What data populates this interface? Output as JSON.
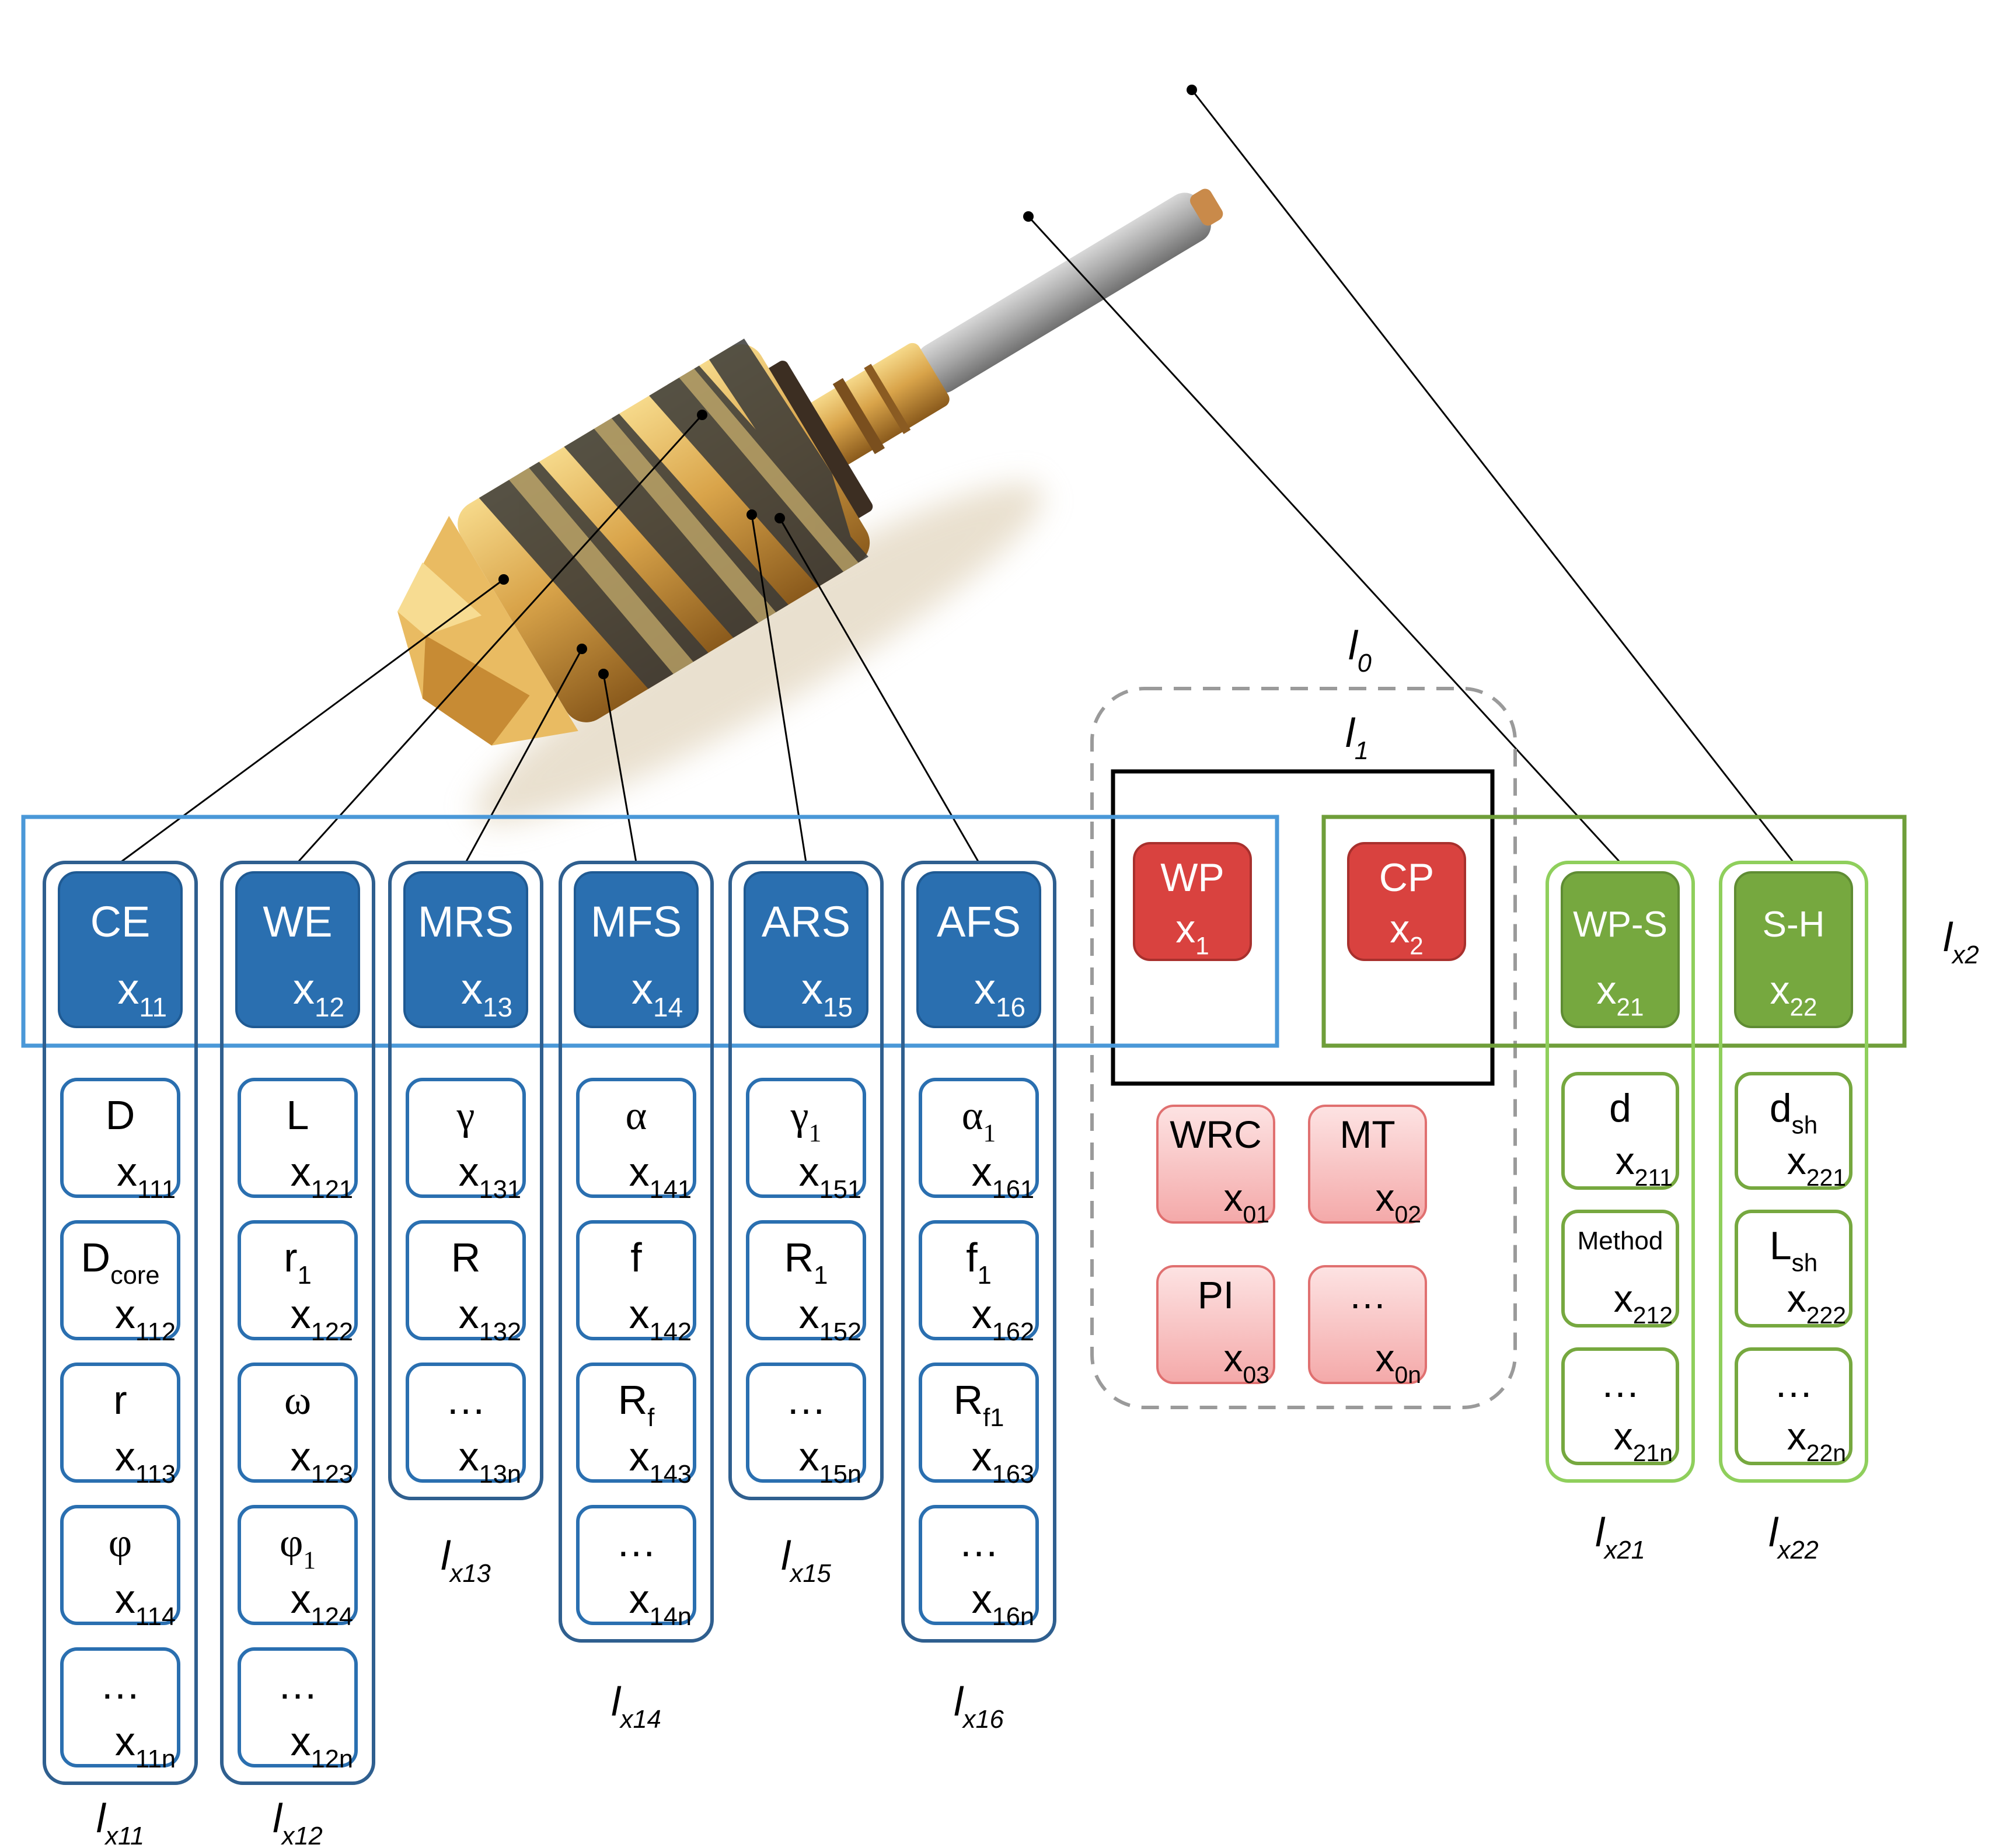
{
  "levels": {
    "l0": {
      "base": "l",
      "sub": "0"
    },
    "l1": {
      "base": "l",
      "sub": "1"
    },
    "lx2": {
      "base": "l",
      "sub": "x2"
    }
  },
  "group_labels": [
    {
      "base": "l",
      "sub": "x11"
    },
    {
      "base": "l",
      "sub": "x12"
    },
    {
      "base": "l",
      "sub": "x13"
    },
    {
      "base": "l",
      "sub": "x14"
    },
    {
      "base": "l",
      "sub": "x15"
    },
    {
      "base": "l",
      "sub": "x16"
    },
    {
      "base": "l",
      "sub": "x21"
    },
    {
      "base": "l",
      "sub": "x22"
    }
  ],
  "blue_columns": [
    {
      "head": {
        "label": "CE",
        "var": "x",
        "sub": "11"
      },
      "items": [
        {
          "sym": "D",
          "sym_sub": "",
          "var": "x",
          "sub": "111"
        },
        {
          "sym": "D",
          "sym_sub": "core",
          "var": "x",
          "sub": "112"
        },
        {
          "sym": "r",
          "sym_sub": "",
          "var": "x",
          "sub": "113"
        },
        {
          "sym": "φ",
          "sym_sub": "",
          "var": "x",
          "sub": "114"
        },
        {
          "sym": "…",
          "sym_sub": "",
          "var": "x",
          "sub": "11n"
        }
      ]
    },
    {
      "head": {
        "label": "WE",
        "var": "x",
        "sub": "12"
      },
      "items": [
        {
          "sym": "L",
          "sym_sub": "",
          "var": "x",
          "sub": "121"
        },
        {
          "sym": "r",
          "sym_sub": "1",
          "var": "x",
          "sub": "122"
        },
        {
          "sym": "ω",
          "sym_sub": "",
          "var": "x",
          "sub": "123"
        },
        {
          "sym": "φ",
          "sym_sub": "1",
          "var": "x",
          "sub": "124"
        },
        {
          "sym": "…",
          "sym_sub": "",
          "var": "x",
          "sub": "12n"
        }
      ]
    },
    {
      "head": {
        "label": "MRS",
        "var": "x",
        "sub": "13"
      },
      "items": [
        {
          "sym": "γ",
          "sym_sub": "",
          "var": "x",
          "sub": "131"
        },
        {
          "sym": "R",
          "sym_sub": "",
          "var": "x",
          "sub": "132"
        },
        {
          "sym": "…",
          "sym_sub": "",
          "var": "x",
          "sub": "13n"
        }
      ]
    },
    {
      "head": {
        "label": "MFS",
        "var": "x",
        "sub": "14"
      },
      "items": [
        {
          "sym": "α",
          "sym_sub": "",
          "var": "x",
          "sub": "141"
        },
        {
          "sym": "f",
          "sym_sub": "",
          "var": "x",
          "sub": "142"
        },
        {
          "sym": "R",
          "sym_sub": "f",
          "var": "x",
          "sub": "143"
        },
        {
          "sym": "…",
          "sym_sub": "",
          "var": "x",
          "sub": "14n"
        }
      ]
    },
    {
      "head": {
        "label": "ARS",
        "var": "x",
        "sub": "15"
      },
      "items": [
        {
          "sym": "γ",
          "sym_sub": "1",
          "var": "x",
          "sub": "151"
        },
        {
          "sym": "R",
          "sym_sub": "1",
          "var": "x",
          "sub": "152"
        },
        {
          "sym": "…",
          "sym_sub": "",
          "var": "x",
          "sub": "15n"
        }
      ]
    },
    {
      "head": {
        "label": "AFS",
        "var": "x",
        "sub": "16"
      },
      "items": [
        {
          "sym": "α",
          "sym_sub": "1",
          "var": "x",
          "sub": "161"
        },
        {
          "sym": "f",
          "sym_sub": "1",
          "var": "x",
          "sub": "162"
        },
        {
          "sym": "R",
          "sym_sub": "f1",
          "var": "x",
          "sub": "163"
        },
        {
          "sym": "…",
          "sym_sub": "",
          "var": "x",
          "sub": "16n"
        }
      ]
    }
  ],
  "green_columns": [
    {
      "head": {
        "label": "WP-S",
        "var": "x",
        "sub": "21"
      },
      "items": [
        {
          "sym": "d",
          "sym_sub": "",
          "var": "x",
          "sub": "211"
        },
        {
          "sym": "Method",
          "sym_sub": "",
          "var": "x",
          "sub": "212"
        },
        {
          "sym": "…",
          "sym_sub": "",
          "var": "x",
          "sub": "21n"
        }
      ]
    },
    {
      "head": {
        "label": "S-H",
        "var": "x",
        "sub": "22"
      },
      "items": [
        {
          "sym": "d",
          "sym_sub": "sh",
          "var": "x",
          "sub": "221"
        },
        {
          "sym": "L",
          "sym_sub": "sh",
          "var": "x",
          "sub": "222"
        },
        {
          "sym": "…",
          "sym_sub": "",
          "var": "x",
          "sub": "22n"
        }
      ]
    }
  ],
  "red_boxes": [
    {
      "label": "WP",
      "var": "x",
      "sub": "1"
    },
    {
      "label": "CP",
      "var": "x",
      "sub": "2"
    }
  ],
  "pink_boxes": [
    {
      "label": "WRC",
      "var": "x",
      "sub": "01"
    },
    {
      "label": "MT",
      "var": "x",
      "sub": "02"
    },
    {
      "label": "PI",
      "var": "x",
      "sub": "03"
    },
    {
      "label": "…",
      "var": "x",
      "sub": "0n"
    }
  ],
  "colors": {
    "blue_dark": "#2a6fb0",
    "blue_outline": "#2f5f8f",
    "blue_frame": "#4a98d8",
    "green_dark": "#76a83f",
    "green_light": "#8fcf5c",
    "green_frame": "#6f9e3a",
    "red": "#d9423f",
    "pink": "#f8c9c9",
    "pink_border": "#e07070"
  }
}
